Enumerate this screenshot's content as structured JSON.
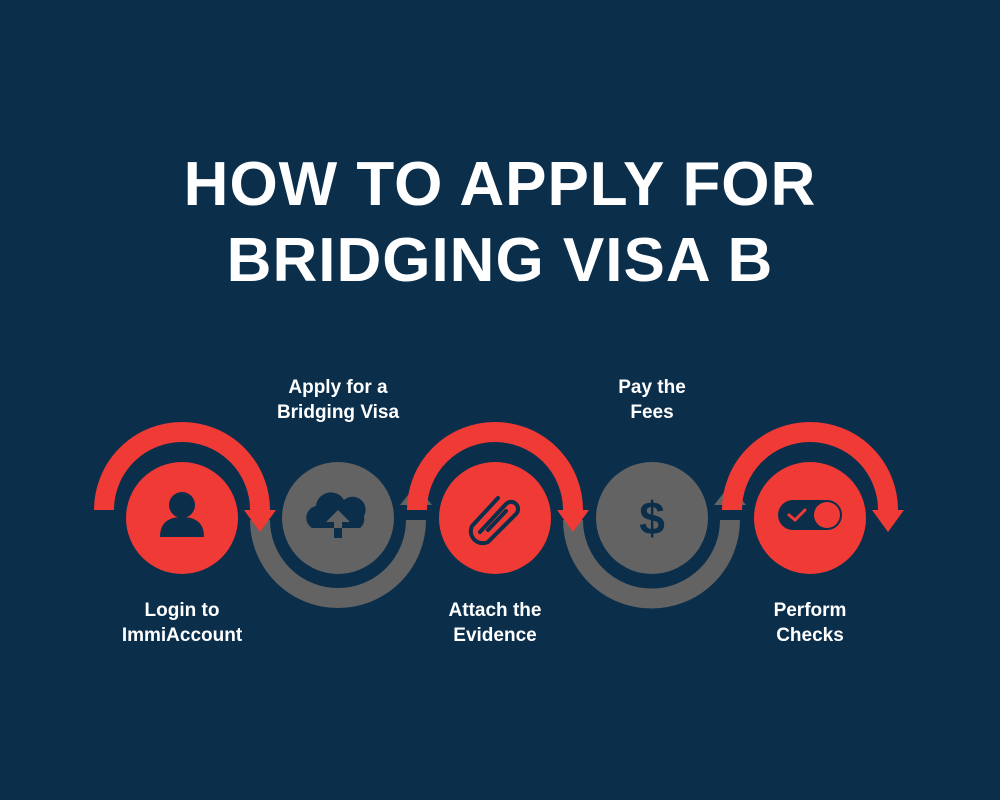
{
  "title": {
    "line1": "HOW TO APPLY FOR",
    "line2": "BRIDGING VISA B"
  },
  "colors": {
    "background": "#0b2e4b",
    "red": "#f03a36",
    "gray": "#636363",
    "text": "#ffffff"
  },
  "steps": [
    {
      "line1": "Login to",
      "line2": "ImmiAccount",
      "icon": "user-icon",
      "color": "red",
      "label_position": "below"
    },
    {
      "line1": "Apply for a",
      "line2": "Bridging Visa",
      "icon": "cloud-upload-icon",
      "color": "gray",
      "label_position": "above"
    },
    {
      "line1": "Attach the",
      "line2": "Evidence",
      "icon": "paperclip-icon",
      "color": "red",
      "label_position": "below"
    },
    {
      "line1": "Pay the",
      "line2": "Fees",
      "icon": "dollar-icon",
      "color": "gray",
      "label_position": "above"
    },
    {
      "line1": "Perform",
      "line2": "Checks",
      "icon": "toggle-check-icon",
      "color": "red",
      "label_position": "below"
    }
  ]
}
